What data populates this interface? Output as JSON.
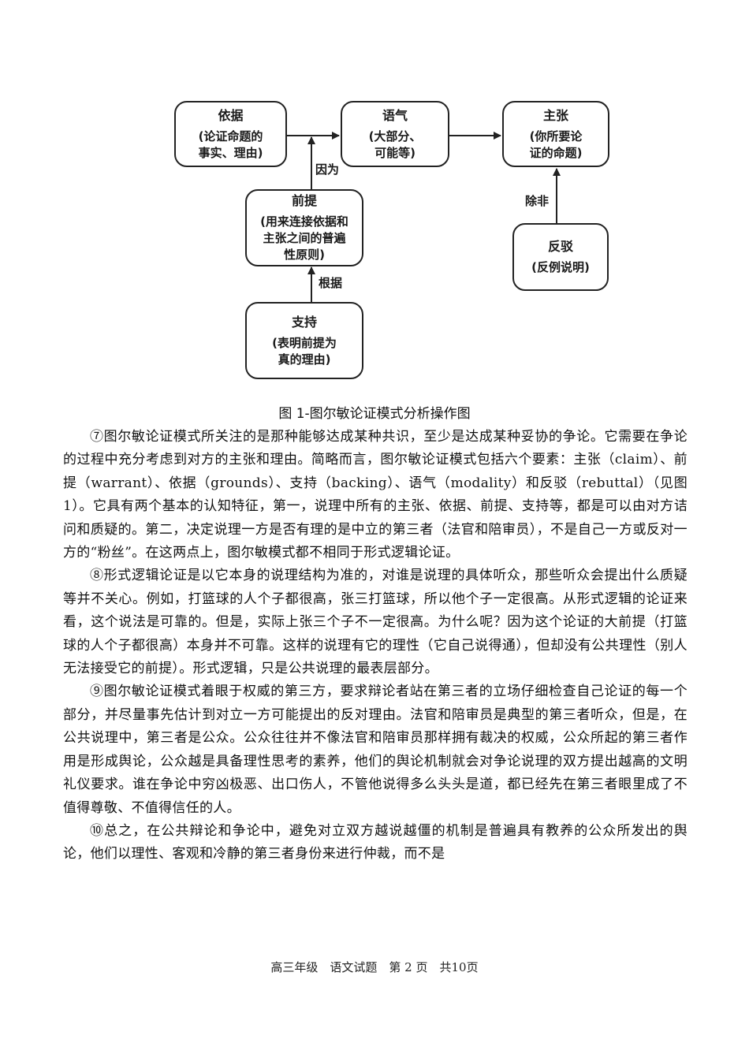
{
  "diagram": {
    "nodes": {
      "grounds": {
        "title": "依据",
        "desc": "(论证命题的\n事实、理由)"
      },
      "modality": {
        "title": "语气",
        "desc": "(大部分、\n可能等)"
      },
      "claim": {
        "title": "主张",
        "desc": "(你所要论\n证的命题)"
      },
      "warrant": {
        "title": "前提",
        "desc": "(用来连接依据和\n主张之间的普遍\n性原则)"
      },
      "rebuttal": {
        "title": "反驳",
        "desc": "(反例说明)"
      },
      "backing": {
        "title": "支持",
        "desc": "(表明前提为\n真的理由)"
      }
    },
    "edge_labels": {
      "because": "因为",
      "unless": "除非",
      "on_account_of": "根据"
    }
  },
  "caption": "图 1-图尔敏论证模式分析操作图",
  "paragraphs": [
    "⑦图尔敏论证模式所关注的是那种能够达成某种共识，至少是达成某种妥协的争论。它需要在争论的过程中充分考虑到对方的主张和理由。简略而言，图尔敏论证模式包括六个要素：主张（claim）、前提（warrant）、依据（grounds）、支持（backing）、语气（modality）和反驳（rebuttal）（见图1）。它具有两个基本的认知特征，第一，说理中所有的主张、依据、前提、支持等，都是可以由对方诘问和质疑的。第二，决定说理一方是否有理的是中立的第三者（法官和陪审员），不是自己一方或反对一方的“粉丝”。在这两点上，图尔敏模式都不相同于形式逻辑论证。",
    "⑧形式逻辑论证是以它本身的说理结构为准的，对谁是说理的具体听众，那些听众会提出什么质疑等并不关心。例如，打篮球的人个子都很高，张三打篮球，所以他个子一定很高。从形式逻辑的论证来看，这个说法是可靠的。但是，实际上张三个子不一定很高。为什么呢？因为这个论证的大前提（打篮球的人个子都很高）本身并不可靠。这样的说理有它的理性（它自己说得通），但却没有公共理性（别人无法接受它的前提）。形式逻辑，只是公共说理的最表层部分。",
    "⑨图尔敏论证模式着眼于权威的第三方，要求辩论者站在第三者的立场仔细检查自己论证的每一个部分，并尽量事先估计到对立一方可能提出的反对理由。法官和陪审员是典型的第三者听众，但是，在公共说理中，第三者是公众。公众往往并不像法官和陪审员那样拥有裁决的权威，公众所起的第三者作用是形成舆论，公众越是具备理性思考的素养，他们的舆论机制就会对争论说理的双方提出越高的文明礼仪要求。谁在争论中穷凶极恶、出口伤人，不管他说得多么头头是道，都已经先在第三者眼里成了不值得尊敬、不值得信任的人。",
    "⑩总之，在公共辩论和争论中，避免对立双方越说越僵的机制是普遍具有教养的公众所发出的舆论，他们以理性、客观和冷静的第三者身份来进行仲裁，而不是"
  ],
  "footer": "高三年级　语文试题　第 2 页　共10页"
}
